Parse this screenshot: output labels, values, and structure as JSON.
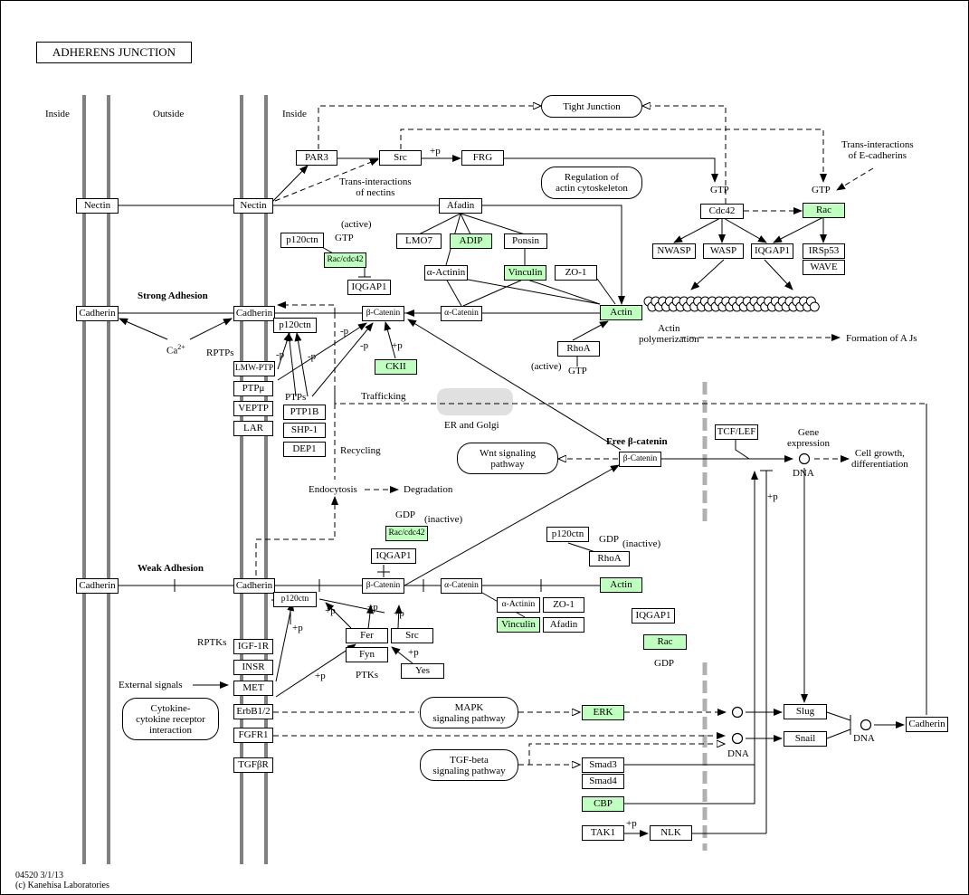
{
  "title": "ADHERENS JUNCTION",
  "regions": {
    "inside_left": "Inside",
    "outside": "Outside",
    "inside_right": "Inside"
  },
  "membrane_top": {
    "nectin_left": "Nectin",
    "nectin_right": "Nectin",
    "cadherin_left": "Cadherin",
    "cadherin_right": "Cadherin"
  },
  "top_nodes": {
    "par3": "PAR3",
    "src": "Src",
    "frg": "FRG",
    "tight_junction": "Tight Junction",
    "trans_nectins": "Trans-interactions\nof nectins",
    "trans_ecadherins": "Trans-interactions\nof E-cadherins",
    "regulation": "Regulation of\nactin cytoskeleton",
    "gtp_cdc42": "GTP",
    "gtp_rac": "GTP",
    "cdc42": "Cdc42",
    "rac": "Rac",
    "nwasp": "NWASP",
    "wasp": "WASP",
    "iqgap1_top": "IQGAP1",
    "irsp53": "IRSp53",
    "wave": "WAVE",
    "afadin": "Afadin",
    "p120ctn_a": "p120ctn",
    "active_label": "(active)",
    "gtp_label": "GTP",
    "raccdc42_a": "Rac/cdc42",
    "iqgap1_a": "IQGAP1",
    "lmo7": "LMO7",
    "adip": "ADIP",
    "ponsin": "Ponsin",
    "alpha_actinin": "α-Actinin",
    "vinculin": "Vinculin",
    "zo1": "ZO-1",
    "strong_adhesion": "Strong Adhesion",
    "ca": "Ca",
    "ca_sup": "2+",
    "p120ctn_b": "p120ctn",
    "b_catenin": "β-Catenin",
    "a_catenin": "α-Catenin",
    "actin": "Actin",
    "ckii": "CKII",
    "rhoa": "RhoA",
    "active_rhoa": "(active)",
    "gtp_rhoa": "GTP",
    "actin_poly": "Actin\npolymerization",
    "formation": "Formation of A Js",
    "plus_p": "+p"
  },
  "phosphatases": {
    "rptps": "RPTPs",
    "lmw_ptp": "LMW-PTP",
    "ptp_mu": "PTPμ",
    "veptp": "VEPTP",
    "lar": "LAR",
    "ptps": "PTPs",
    "ptp1b": "PTP1B",
    "shp1": "SHP-1",
    "dep1": "DEP1",
    "minus_p": "-p"
  },
  "middle": {
    "trafficking": "Trafficking",
    "er_golgi": "ER and Golgi",
    "recycling": "Recycling",
    "endocytosis": "Endocytosis",
    "degradation": "Degradation",
    "wnt": "Wnt signaling\npathway",
    "free_bcat_label": "Free β-catenin",
    "free_bcat": "β-Catenin",
    "tcf_lef": "TCF/LEF",
    "gene_expression": "Gene\nexpression",
    "dna_top": "DNA",
    "cell_growth": "Cell growth,\ndifferentiation"
  },
  "weak": {
    "weak_adhesion": "Weak Adhesion",
    "gdp": "GDP",
    "inactive": "(inactive)",
    "raccdc42_b": "Rac/cdc42",
    "iqgap1_b": "IQGAP1",
    "p120ctn_c": "p120ctn",
    "gdp_rhoa": "GDP",
    "inactive_rhoa": "(inactive)",
    "rhoa_b": "RhoA",
    "cadherin_left": "Cadherin",
    "cadherin_right": "Cadherin",
    "p120ctn_d": "p120ctn",
    "b_catenin": "β-Catenin",
    "a_catenin": "α-Catenin",
    "actin": "Actin",
    "alpha_actinin": "α-Actinin",
    "zo1": "ZO-1",
    "vinculin": "Vinculin",
    "afadin": "Afadin",
    "iqgap1_c": "IQGAP1",
    "rac": "Rac",
    "gdp_rac": "GDP"
  },
  "rtk": {
    "rptks": "RPTKs",
    "igf1r": "IGF-1R",
    "insr": "INSR",
    "met": "MET",
    "erbb12": "ErbB1/2",
    "fgfr1": "FGFR1",
    "tgfbr": "TGFβR",
    "external": "External signals",
    "cytokine": "Cytokine-\ncytokine receptor\ninteraction",
    "fer": "Fer",
    "src": "Src",
    "fyn": "Fyn",
    "yes": "Yes",
    "ptks": "PTKs",
    "mapk": "MAPK\nsignaling pathway",
    "erk": "ERK",
    "tgfbeta": "TGF-beta\nsignaling pathway",
    "smad3": "Smad3",
    "smad4": "Smad4",
    "cbp": "CBP",
    "tak1": "TAK1",
    "nlk": "NLK",
    "slug": "Slug",
    "snail": "Snail",
    "dna_a": "DNA",
    "dna_b": "DNA",
    "cadherin_out": "Cadherin"
  },
  "footer": {
    "id": "04520 3/1/13",
    "copyright": "(c) Kanehisa Laboratories"
  }
}
